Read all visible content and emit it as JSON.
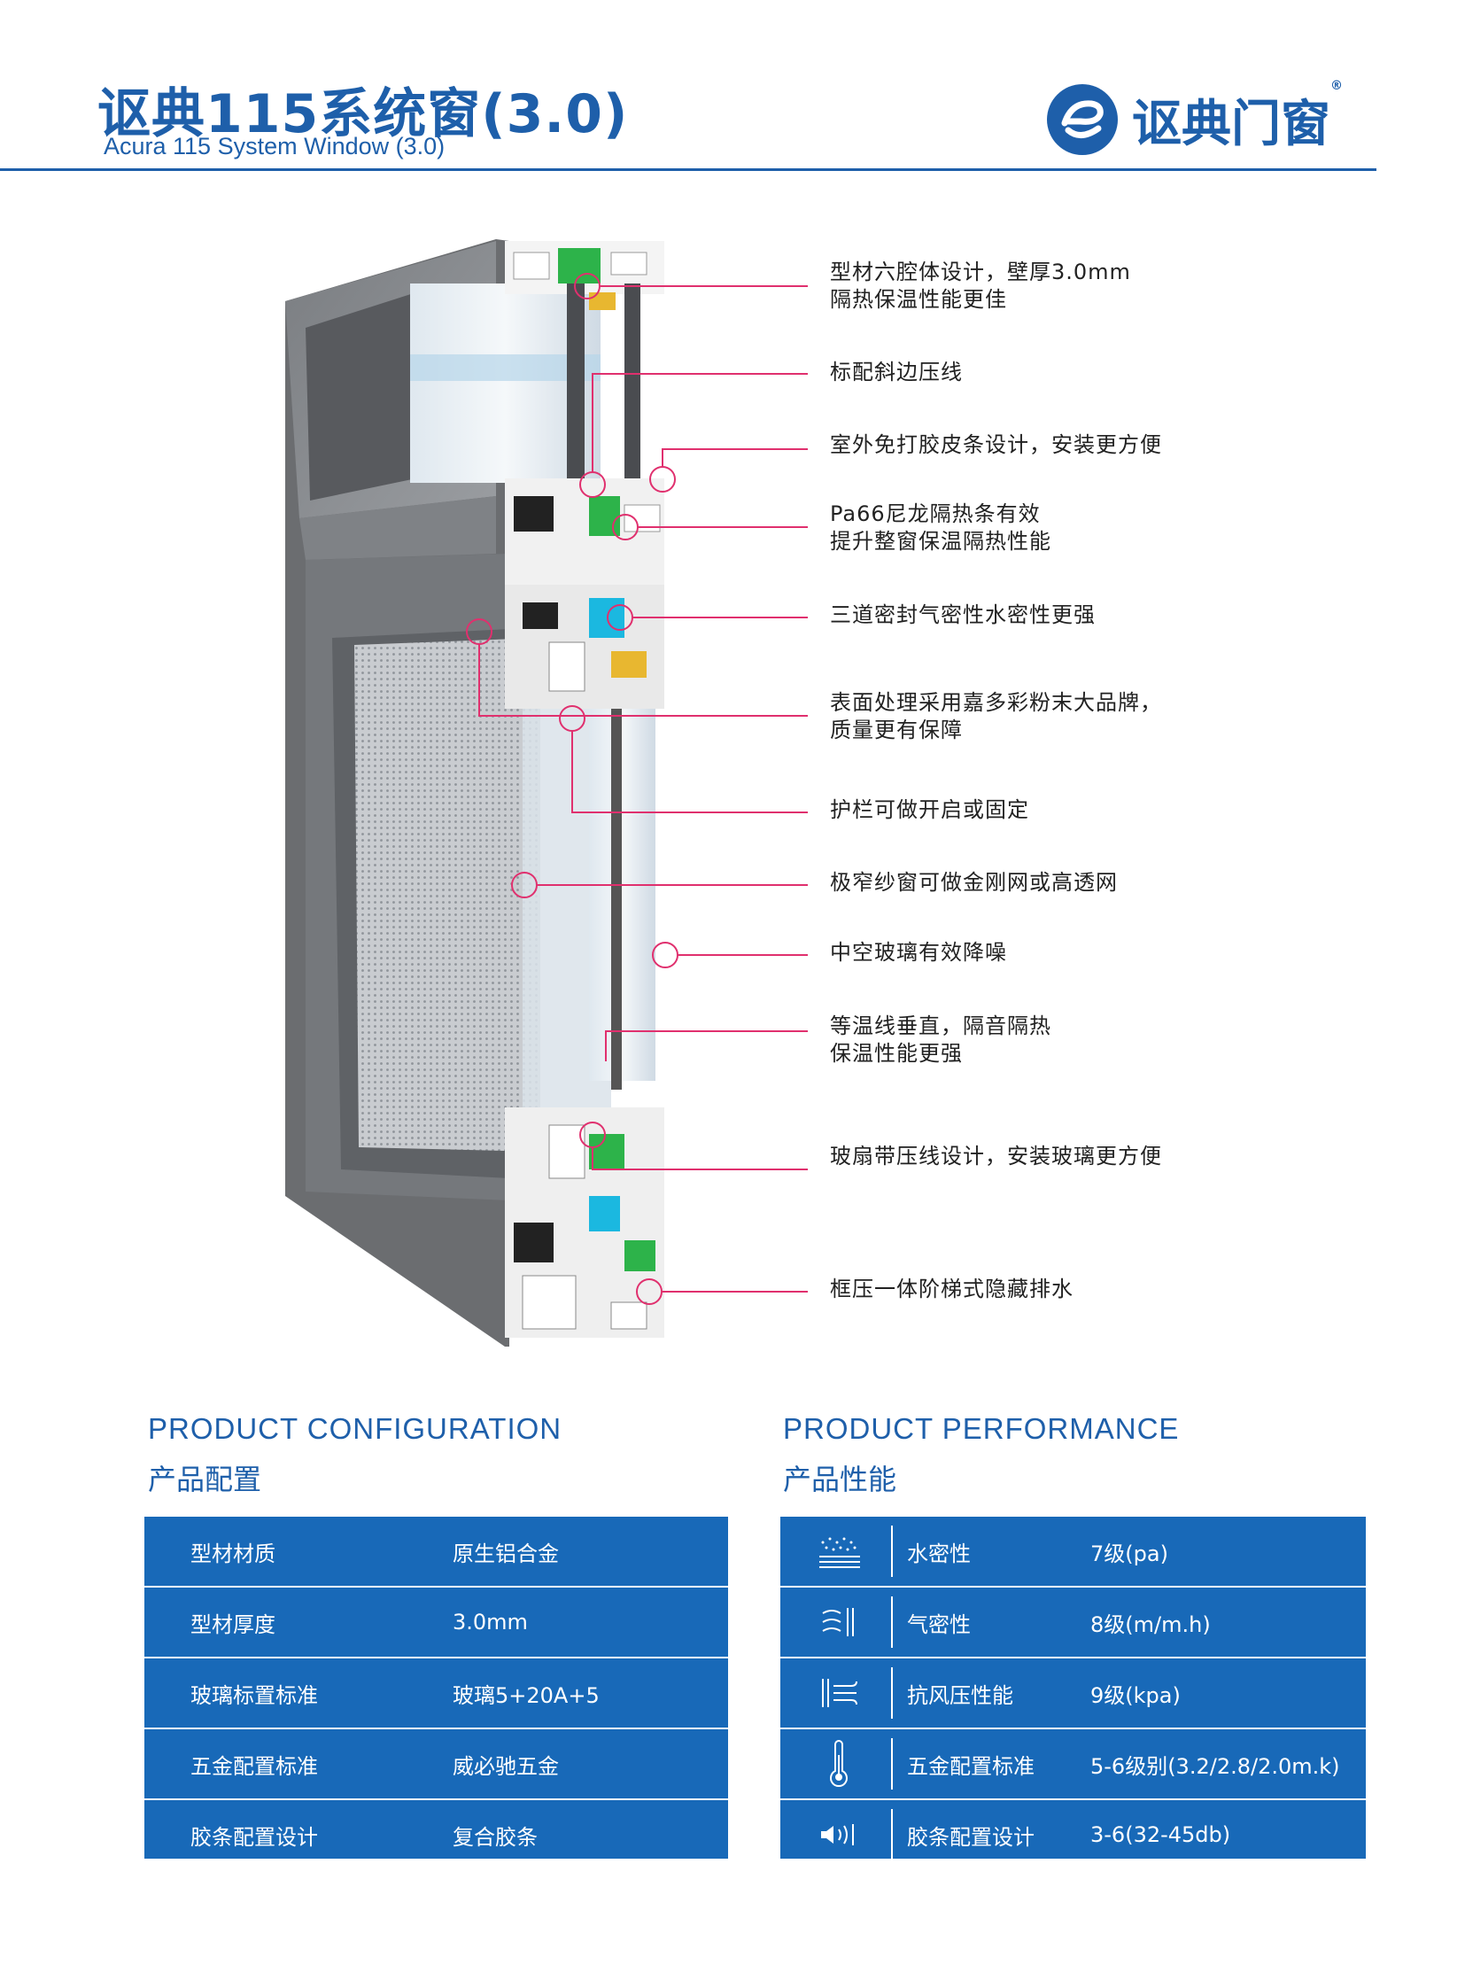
{
  "header": {
    "title_cn": "讴典115系统窗(3.0)",
    "title_en": "Acura 115 System Window (3.0)",
    "brand_name": "讴典门窗",
    "brand_reg": "®",
    "accent_color": "#1e5faa"
  },
  "callouts": [
    "型材六腔体设计，壁厚3.0mm\n隔热保温性能更佳",
    "标配斜边压线",
    "室外免打胶皮条设计，安装更方便",
    "Pa66尼龙隔热条有效\n提升整窗保温隔热性能",
    "三道密封气密性水密性更强",
    "表面处理采用嘉多彩粉末大品牌，\n质量更有保障",
    "护栏可做开启或固定",
    "极窄纱窗可做金刚网或高透网",
    "中空玻璃有效降噪",
    "等温线垂直，隔音隔热\n保温性能更强",
    "玻扇带压线设计，安装玻璃更方便",
    "框压一体阶梯式隐藏排水"
  ],
  "configuration": {
    "heading_en": "PRODUCT CONFIGURATION",
    "heading_cn": "产品配置",
    "rows": [
      {
        "label": "型材材质",
        "value": "原生铝合金"
      },
      {
        "label": "型材厚度",
        "value": "3.0mm"
      },
      {
        "label": "玻璃标置标准",
        "value": "玻璃5+20A+5"
      },
      {
        "label": "五金配置标准",
        "value": "威必驰五金"
      },
      {
        "label": "胶条配置设计",
        "value": "复合胶条"
      }
    ]
  },
  "performance": {
    "heading_en": "PRODUCT PERFORMANCE",
    "heading_cn": "产品性能",
    "rows": [
      {
        "icon": "water-icon",
        "label": "水密性",
        "value": "7级(pa)"
      },
      {
        "icon": "air-icon",
        "label": "气密性",
        "value": "8级(m/m.h)"
      },
      {
        "icon": "wind-icon",
        "label": "抗风压性能",
        "value": "9级(kpa)"
      },
      {
        "icon": "thermometer-icon",
        "label": "五金配置标准",
        "value": "5-6级别(3.2/2.8/2.0m.k)"
      },
      {
        "icon": "sound-icon",
        "label": "胶条配置设计",
        "value": "3-6(32-45db)"
      }
    ]
  },
  "colors": {
    "table_blue": "#1869b8",
    "leader_pink": "#e0306e",
    "frame_gray": "#6b6d70"
  }
}
